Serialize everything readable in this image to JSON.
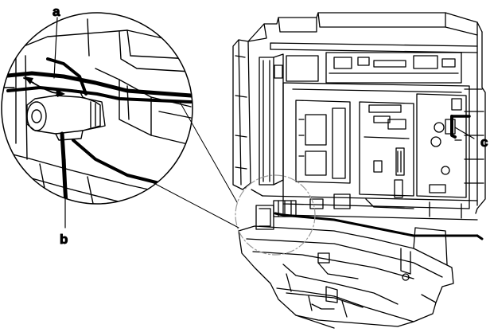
{
  "labels": {
    "a": "a",
    "b": "b",
    "c": "c"
  },
  "colors": {
    "line": "#000000",
    "background": "#ffffff",
    "callout_circle": "#9a9a9a"
  }
}
